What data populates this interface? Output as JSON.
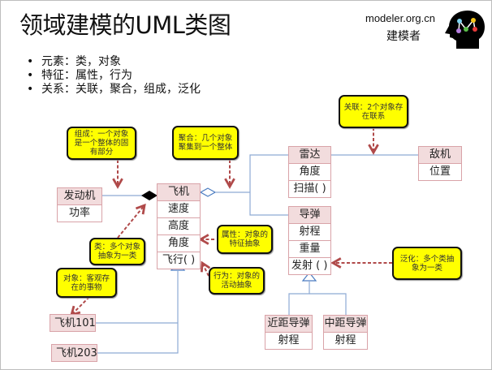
{
  "title": "领域建模的UML类图",
  "bullets": [
    "元素：类，对象",
    "特征：属性，行为",
    "关系：关联，聚合，组成，泛化"
  ],
  "branding": {
    "site": "modeler.org.cn",
    "name": "建模者",
    "logo_icon": "head-network-icon"
  },
  "colors": {
    "note_fill": "#ffff00",
    "class_header": "#f2dcdd",
    "class_border": "#d9a3a8",
    "connector": "#8eaad4",
    "callout_arrow": "#b04a4a"
  },
  "classes": {
    "engine": {
      "name": "发动机",
      "attributes": [
        "功率"
      ],
      "operations": []
    },
    "plane": {
      "name": "飞机",
      "attributes": [
        "速度",
        "高度",
        "角度"
      ],
      "operations": [
        "飞行( )"
      ]
    },
    "radar": {
      "name": "雷达",
      "attributes": [
        "角度"
      ],
      "operations": [
        "扫描( )"
      ]
    },
    "enemy": {
      "name": "敌机",
      "attributes": [
        "位置"
      ],
      "operations": []
    },
    "missile": {
      "name": "导弹",
      "attributes": [
        "射程",
        "重量"
      ],
      "operations": [
        "发射 ( )"
      ]
    },
    "short_missile": {
      "name": "近距导弹",
      "attributes": [
        "射程"
      ],
      "operations": []
    },
    "mid_missile": {
      "name": "中距导弹",
      "attributes": [
        "射程"
      ],
      "operations": []
    }
  },
  "objects": [
    "飞机101",
    "飞机203"
  ],
  "notes": {
    "composition": "组成：一个对象是一个整体的固有部分",
    "aggregation": "聚合：几个对象聚集到一个整体",
    "association": "关联：2个对象存在联系",
    "attribute": "属性：对象的特征抽象",
    "behavior": "行为：对象的活动抽象",
    "class": "类：多个对象抽象为一类",
    "object": "对象：客观存在的事物",
    "generalization": "泛化：多个类抽象为一类"
  }
}
